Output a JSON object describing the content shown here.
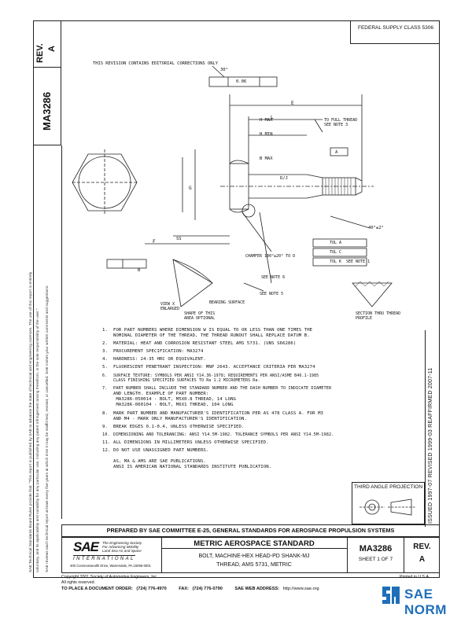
{
  "header": {
    "doc_id": "MA3286",
    "rev_label": "REV.",
    "rev_value": "A",
    "federal_supply_class": "FEDERAL SUPPLY CLASS 5306"
  },
  "left_margin": {
    "text_line_1": "SAE Technical Standards Board Rules provide that: \"This report is published by SAE to advance the state of technical and engineering sciences. The use of this report is entirely",
    "text_line_2": "voluntary, and its applicability and suitability for any particular use, including any patent infringement arising therefrom, is the sole responsibility of the user.\"",
    "text_line_3": "SAE reviews each technical report at least every five years at which time it may be reaffirmed, revised, or cancelled. SAE invites your written comments and suggestions."
  },
  "drawing": {
    "revision_note": "THIS REVISION CONTAINS EDITORIAL CORRECTIONS ONLY",
    "callouts": {
      "angle_30": "30°",
      "tol_006": "0.06",
      "dim_e": "E",
      "dim_l": "L",
      "dim_h_max": "H MAX",
      "dim_h_min": "H MIN",
      "dim_b_max": "B MAX",
      "dim_dj": "D/J",
      "dim_f": "F",
      "dim_ss": "SS",
      "dim_g": "G",
      "to_full_thread": "TO FULL THREAD SEE NOTE 3",
      "angle_40": "40°±2°",
      "chamfer": "CHAMFER 100°±20° TO D",
      "see_note_5": "SEE NOTE 5",
      "see_note_6": "SEE NOTE 6",
      "bearing_surface": "BEARING SURFACE",
      "shape_optional": "SHAPE OF THIS AREA OPTIONAL",
      "view_x": "VIEW X ENLARGED",
      "section_thru": "SECTION THRU THREAD PROFILE",
      "fcf_tol_a": "TOL A",
      "fcf_tol_c": "TOL C",
      "fcf_tol_k": "TOL K",
      "fcf_see_note_1": "SEE NOTE 1",
      "fcf_b": "B",
      "fcf_a": "A"
    }
  },
  "notes": [
    {
      "n": "1.",
      "text": "FOR PART NUMBERS WHERE DIMENSION W IS EQUAL TO OR LESS THAN ONE TIMES THE"
    },
    {
      "n": "",
      "text": "NOMINAL DIAMETER OF THE THREAD, THE THREAD RUNOUT SHALL REPLACE DATUM B."
    },
    {
      "n": "2.",
      "text": "MATERIAL:  HEAT AND CORROSION RESISTANT STEEL AMS 5731.  (UNS S66286)"
    },
    {
      "n": "3.",
      "text": "PROCUREMENT SPECIFICATION:  MA3274"
    },
    {
      "n": "4.",
      "text": "HARDNESS:  24-35 HRC OR EQUIVALENT."
    },
    {
      "n": "5.",
      "text": "FLUORESCENT PENETRANT INSPECTION:  MNP 2643.  ACCEPTANCE CRITERIA PER MA3274"
    },
    {
      "n": "6.",
      "text": "SURFACE TEXTURE: SYMBOLS PER ANSI Y14.36-1978; REQUIREMENTS PER ANSI/ASME B46.1-1985"
    },
    {
      "n": "",
      "text": "CLASS FINISHING SPECIFIED SURFACES TO Ra 1.2 MICROMETERS Ra."
    },
    {
      "n": "7.",
      "text": "PART NUMBER SHALL INCLUDE THE STANDARD NUMBER AND THE DASH NUMBER TO INDICATE DIAMETER"
    },
    {
      "n": "",
      "text": "AND LENGTH.  EXAMPLE OF PART NUMBER:"
    },
    {
      "n": "",
      "text": "      MA3286-050014 - BOLT, M5X0.8 THREAD, 14 LONG"
    },
    {
      "n": "",
      "text": "      MA3286-060104 - BOLT, M6X1 THREAD, 104 LONG"
    },
    {
      "n": "8.",
      "text": "MARK PART NUMBER AND MANUFACTURER'S IDENTIFICATION PER AS 478 CLASS A.   FOR M3"
    },
    {
      "n": "",
      "text": "AND M4 - MARK ONLY MANUFACTURER'S IDENTIFICATION."
    },
    {
      "n": "9.",
      "text": "BREAK EDGES 0.1-0.4, UNLESS OTHERWISE SPECIFIED."
    },
    {
      "n": "10.",
      "text": "DIMENSIONING AND TOLERANCING: ANSI Y14.5M-1982.   TOLERANCE SYMBOLS PER ANSI Y14.5M-1982."
    },
    {
      "n": "11.",
      "text": "ALL DIMENSIONS IN MILLIMETERS UNLESS OTHERWISE SPECIFIED."
    },
    {
      "n": "12.",
      "text": "DO NOT USE UNASSIGNED PART NUMBERS."
    },
    {
      "n": "",
      "text": ""
    },
    {
      "n": "",
      "text": "AS, MA & AMS ARE SAE PUBLICATIONS."
    },
    {
      "n": "",
      "text": "ANSI IS AMERICAN NATIONAL STANDARDS INSTITUTE PUBLICATION."
    }
  ],
  "right_strip": {
    "dates": "ISSUED 1997-07     REVISED 1999-03     REAFFIRMED 2007-11"
  },
  "third_angle": {
    "label": "THIRD ANGLE PROJECTION"
  },
  "title_block": {
    "prepared_by": "PREPARED BY SAE COMMITTEE E-25, GENERAL STANDARDS FOR AEROSPACE PROPULSION SYSTEMS",
    "sae_logo": "SAE",
    "sae_tagline_1": "The Engineering Society",
    "sae_tagline_2": "For Advancing Mobility",
    "sae_tagline_3": "Land Sea Air and Space",
    "sae_international": "INTERNATIONAL",
    "sae_address": "400 Commonwealth Drive, Warrendale, PA 15096-0001",
    "std_title": "METRIC AEROSPACE STANDARD",
    "desc_line_1": "BOLT, MACHINE-HEX HEAD-PD SHANK-MJ",
    "desc_line_2": "THREAD, AMS 5731, METRIC",
    "doc_id": "MA3286",
    "sheet": "SHEET 1 OF 7",
    "rev_label": "REV.",
    "rev_value": "A"
  },
  "footer": {
    "copyright": "Copyright 2001 Society of Automotive Engineers, Inc.",
    "rights": "All rights reserved.",
    "printed": "Printed in U.S.A.",
    "order_label": "TO PLACE A DOCUMENT ORDER:",
    "order_phone": "(724) 776-4970",
    "fax_label": "FAX:",
    "fax_value": "(724) 776-0790",
    "web_label": "SAE WEB ADDRESS:",
    "web_value": "http://www.sae.org"
  },
  "watermark": {
    "text": "SAE NORM"
  }
}
